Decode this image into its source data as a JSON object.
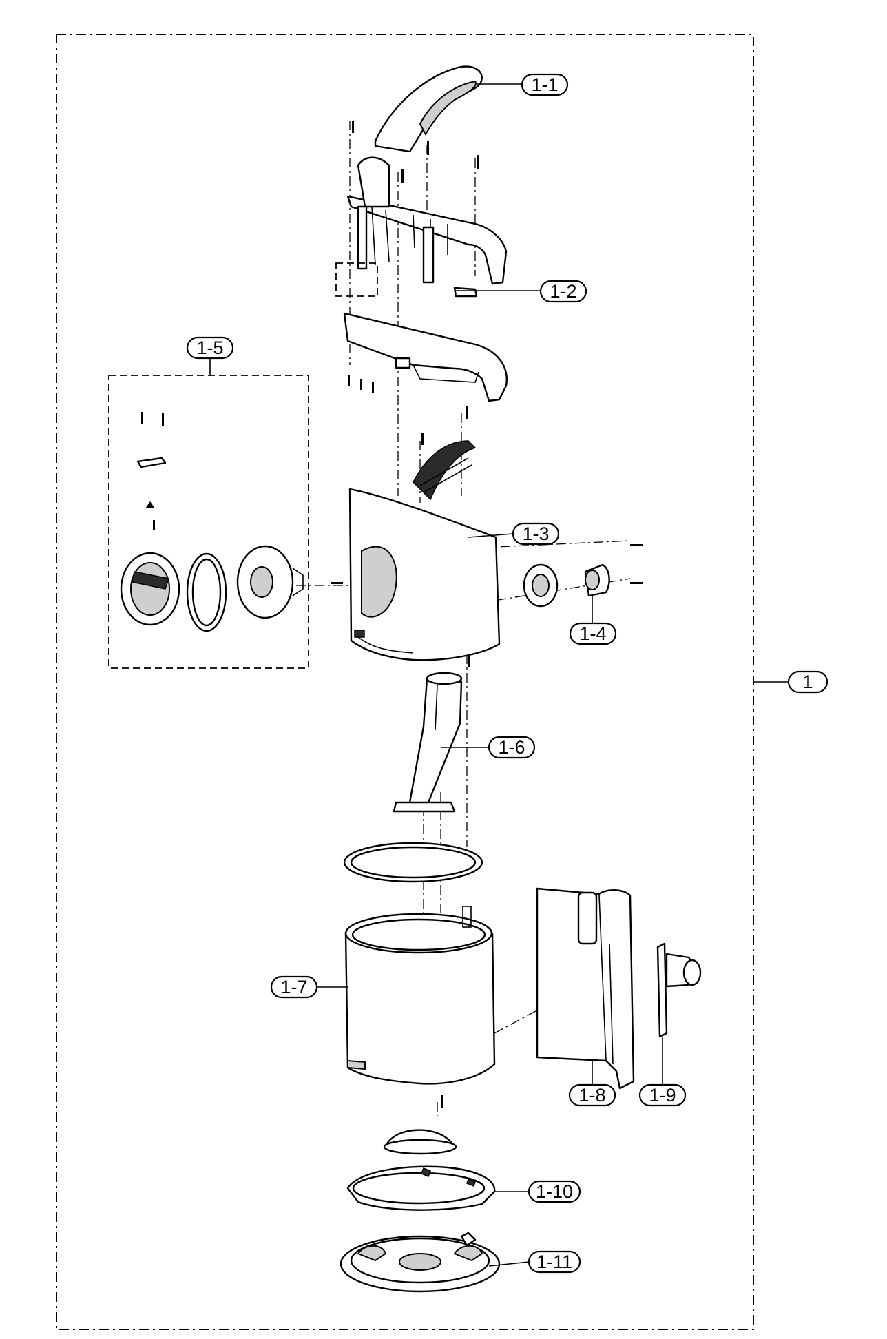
{
  "diagram": {
    "labels": {
      "assembly": "1",
      "p1_1": "1-1",
      "p1_2": "1-2",
      "p1_3": "1-3",
      "p1_4": "1-4",
      "p1_5": "1-5",
      "p1_6": "1-6",
      "p1_7": "1-7",
      "p1_8": "1-8",
      "p1_9": "1-9",
      "p1_10": "1-10",
      "p1_11": "1-11"
    }
  }
}
